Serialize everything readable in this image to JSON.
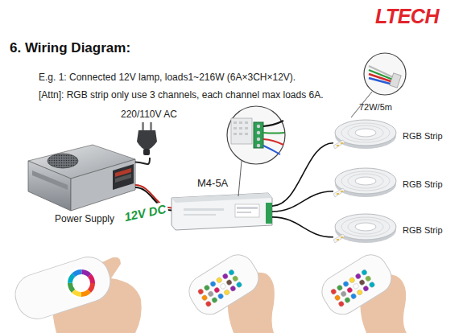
{
  "diagram": {
    "title": "6. Wiring Diagram:",
    "nodes": [
      {
        "text": [
          "220/110V AC"
        ]
      },
      {
        "text": [
          "Power Supply"
        ]
      },
      {
        "text": [
          "M4-5A"
        ]
      },
      {
        "text": [
          "RGB Strip"
        ]
      },
      {
        "text": [
          "RGB Strip"
        ]
      },
      {
        "text": [
          "RGB Strip"
        ]
      }
    ],
    "edges": [
      {
        "from": 0,
        "to": 1,
        "arrow": "none"
      },
      {
        "from": 1,
        "to": 2,
        "label": "12V DC",
        "arrow": "none"
      },
      {
        "from": 2,
        "to": 3,
        "arrow": "none"
      },
      {
        "from": 2,
        "to": 4,
        "arrow": "none"
      },
      {
        "from": 2,
        "to": 5,
        "arrow": "none"
      }
    ],
    "labels": [
      "LTECH",
      "E.g. 1: Connected 12V lamp, loads1~216W (6A×3CH×12V).",
      "[Attn]: RGB strip only use 3 channels, each channel max loads 6A.",
      "72W/5m"
    ]
  }
}
